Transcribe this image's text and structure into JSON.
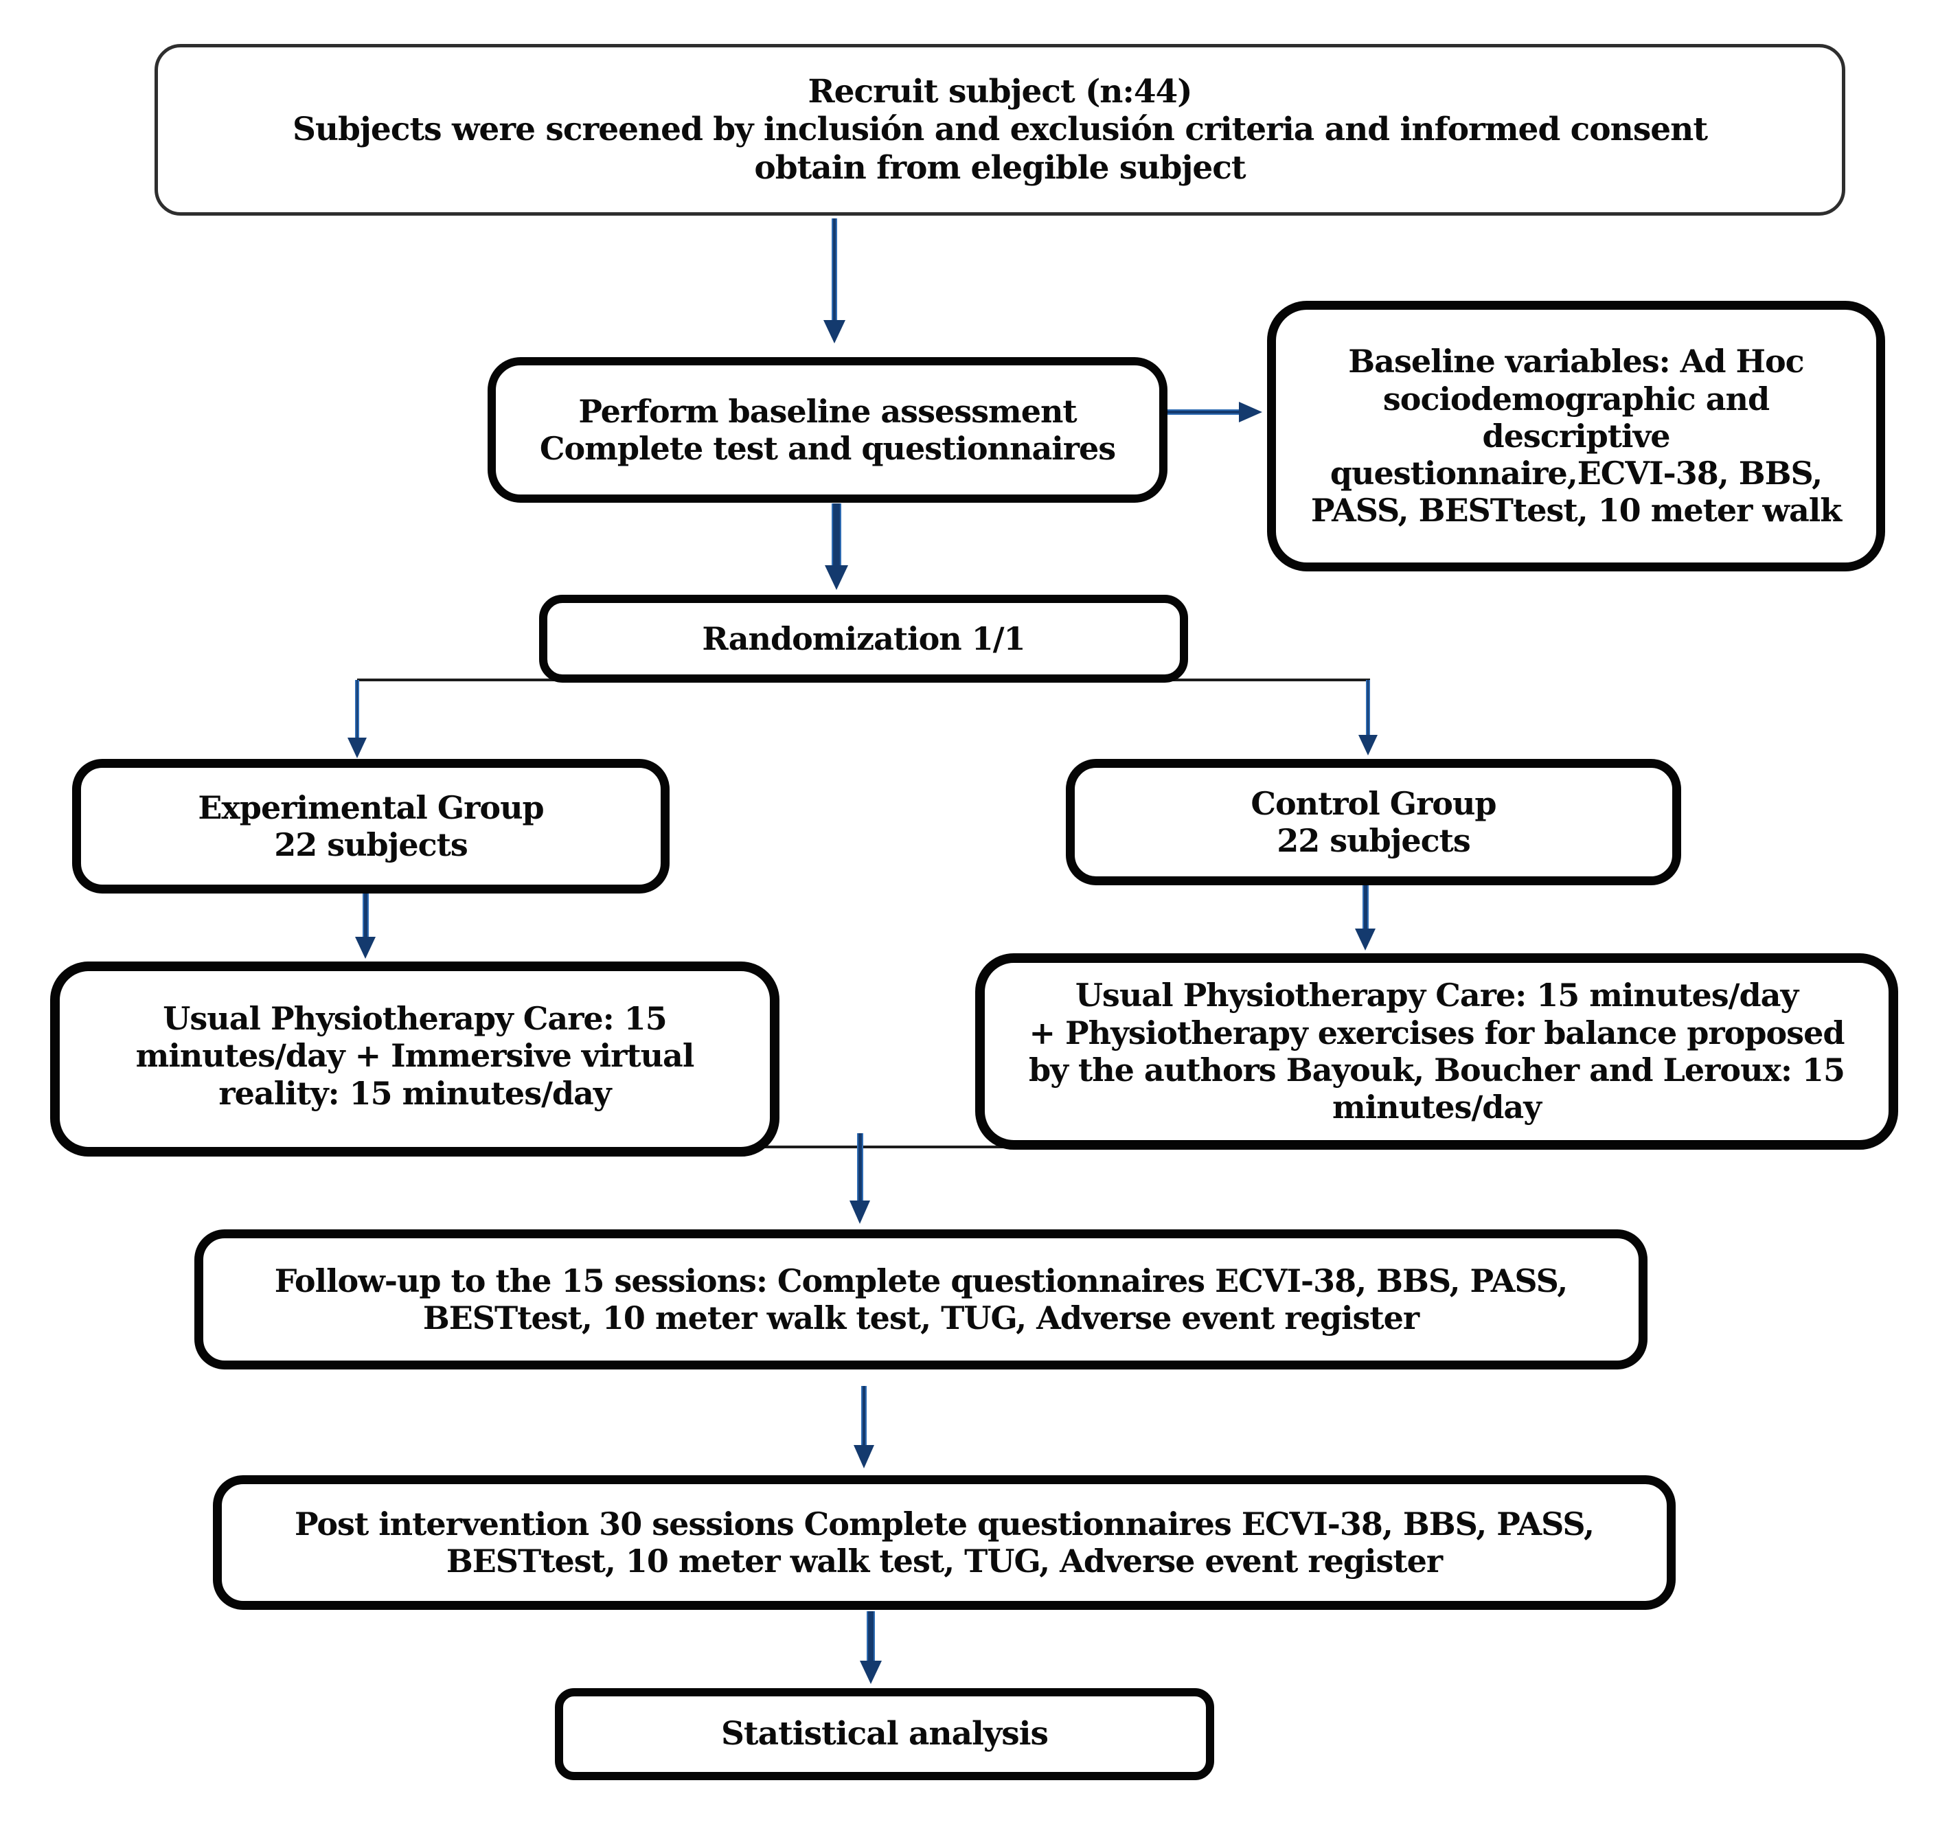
{
  "figure": {
    "type": "flowchart",
    "colors": {
      "background": "#ffffff",
      "box_border": "#050505",
      "recruit_box_border": "#2e2e2e",
      "arrow_fill": "#143a6e",
      "arrow_edge": "#2f6cb3",
      "connector_line": "#1c1c1c",
      "text": "#0b0b0b"
    },
    "nodes": {
      "recruit": {
        "lines": [
          "Recruit subject (n:44)",
          "Subjects were screened by inclusión and exclusión criteria and informed consent",
          "obtain from elegible subject"
        ]
      },
      "baseline_assessment": {
        "lines": [
          "Perform baseline assessment",
          "Complete test and questionnaires"
        ]
      },
      "baseline_variables": {
        "lines": [
          "Baseline variables: Ad Hoc",
          "sociodemographic and",
          "descriptive",
          "questionnaire,ECVI-38, BBS,",
          "PASS, BESTtest, 10 meter walk"
        ]
      },
      "randomization": {
        "lines": [
          "Randomization 1/1"
        ]
      },
      "experimental_group": {
        "lines": [
          "Experimental Group",
          "22 subjects"
        ]
      },
      "control_group": {
        "lines": [
          "Control Group",
          "22 subjects"
        ]
      },
      "experimental_intervention": {
        "lines": [
          "Usual Physiotherapy Care: 15",
          "minutes/day + Immersive virtual",
          "reality: 15 minutes/day"
        ]
      },
      "control_intervention": {
        "lines": [
          "Usual Physiotherapy Care: 15 minutes/day",
          "+ Physiotherapy exercises for balance proposed",
          "by the authors Bayouk, Boucher and Leroux: 15",
          "minutes/day"
        ]
      },
      "followup": {
        "lines": [
          "Follow-up to the 15 sessions: Complete questionnaires ECVI-38, BBS, PASS,",
          "BESTtest, 10 meter walk test, TUG, Adverse event register"
        ]
      },
      "post_intervention": {
        "lines": [
          "Post intervention 30 sessions Complete questionnaires ECVI-38, BBS, PASS,",
          "BESTtest, 10 meter walk test, TUG, Adverse event register"
        ]
      },
      "statistical_analysis": {
        "lines": [
          "Statistical analysis"
        ]
      }
    },
    "edges": [
      {
        "from": "recruit",
        "to": "baseline_assessment"
      },
      {
        "from": "baseline_assessment",
        "to": "baseline_variables"
      },
      {
        "from": "baseline_assessment",
        "to": "randomization"
      },
      {
        "from": "randomization",
        "to": "experimental_group"
      },
      {
        "from": "randomization",
        "to": "control_group"
      },
      {
        "from": "experimental_group",
        "to": "experimental_intervention"
      },
      {
        "from": "control_group",
        "to": "control_intervention"
      },
      {
        "from": "experimental_intervention",
        "to": "followup"
      },
      {
        "from": "control_intervention",
        "to": "followup"
      },
      {
        "from": "followup",
        "to": "post_intervention"
      },
      {
        "from": "post_intervention",
        "to": "statistical_analysis"
      }
    ]
  }
}
